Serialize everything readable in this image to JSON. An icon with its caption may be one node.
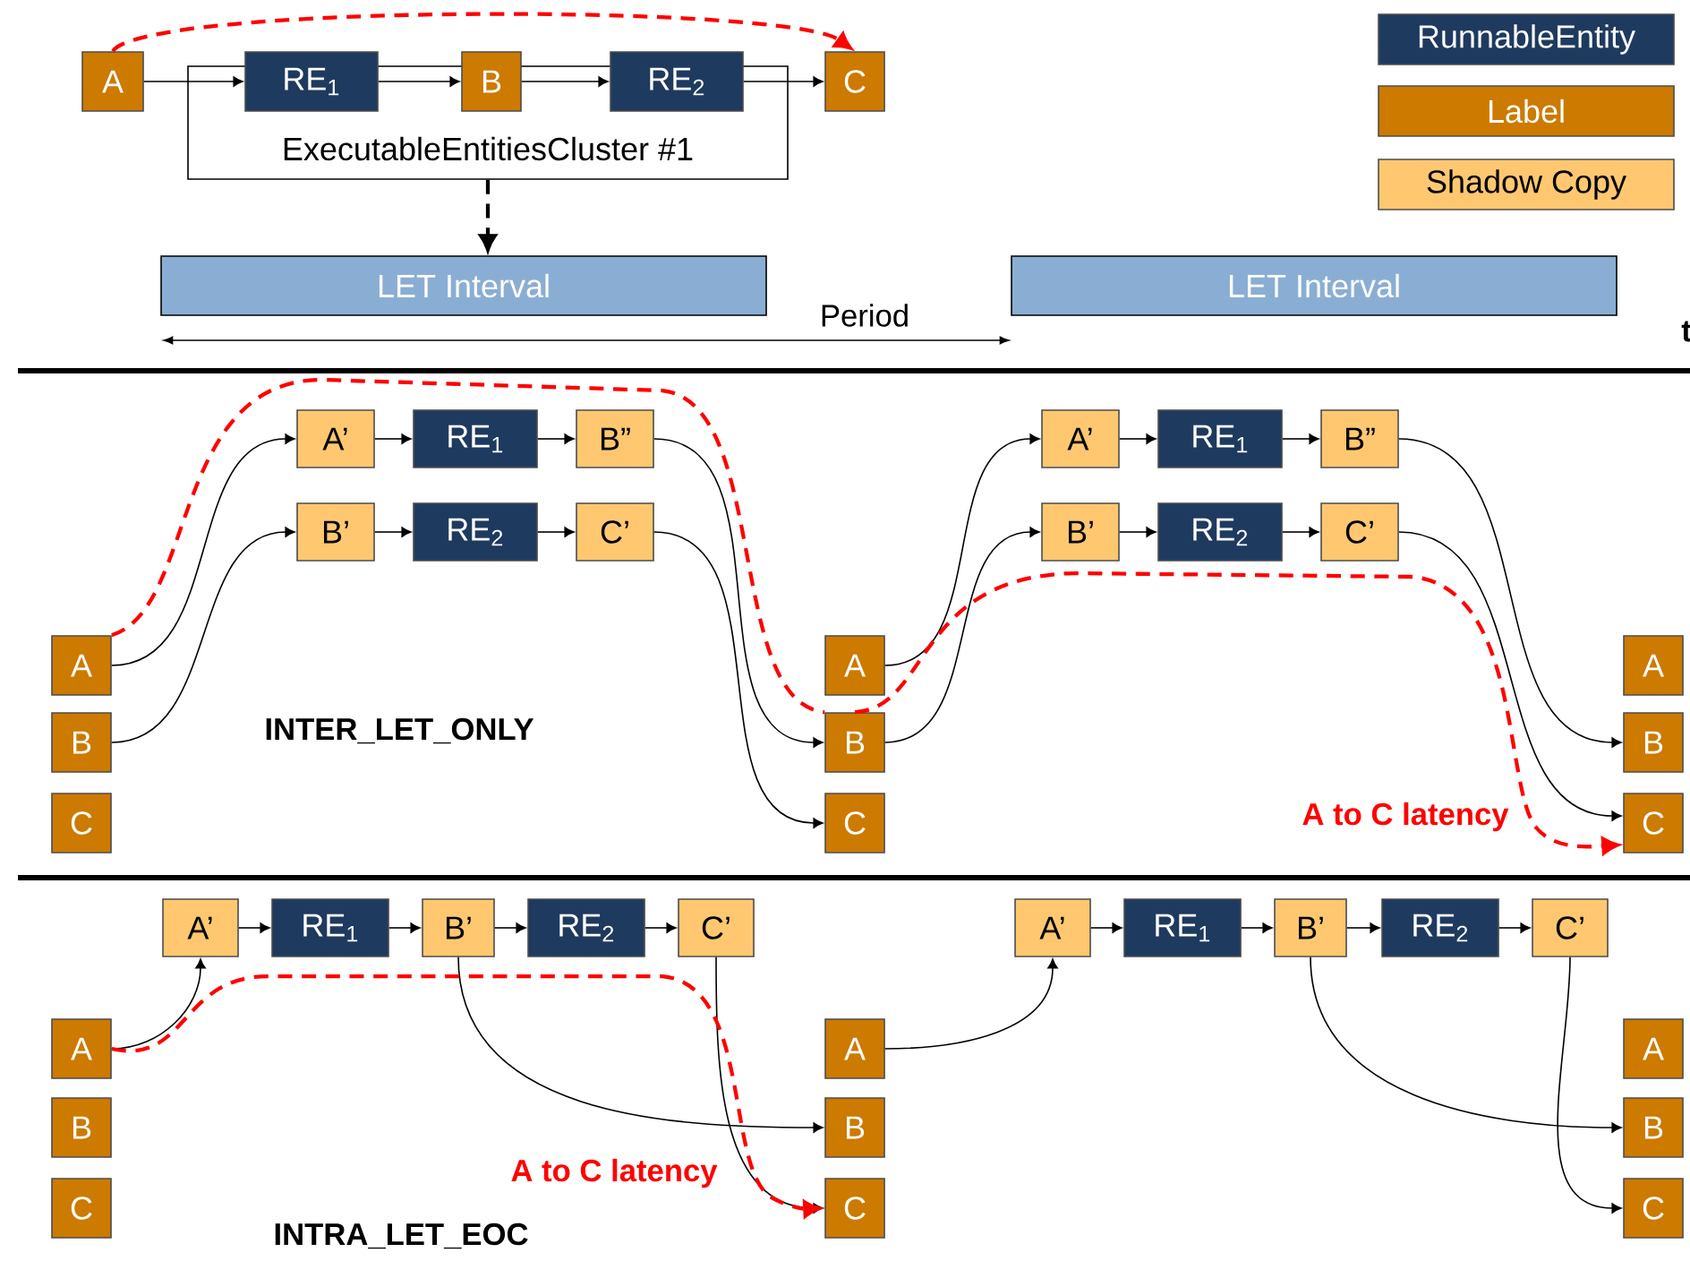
{
  "diagram": {
    "nodes": [
      {
        "text": [
          "ExecutableEntitiesCluster #1"
        ]
      },
      {
        "text": [
          "A"
        ]
      },
      {
        "text": [
          "RE$_{1}$"
        ],
        "in": 0
      },
      {
        "text": [
          "B"
        ],
        "in": 0
      },
      {
        "text": [
          "RE$_{2}$"
        ],
        "in": 0
      },
      {
        "text": [
          "C"
        ]
      },
      {
        "text": [
          "LET Interval"
        ]
      },
      {
        "text": [
          "LET Interval"
        ]
      },
      {
        "text": [
          "A"
        ]
      },
      {
        "text": [
          "B"
        ]
      },
      {
        "text": [
          "C"
        ]
      },
      {
        "text": [
          "A’"
        ]
      },
      {
        "text": [
          "RE$_{1}$"
        ]
      },
      {
        "text": [
          "B”"
        ]
      },
      {
        "text": [
          "B’"
        ]
      },
      {
        "text": [
          "RE$_{2}$"
        ]
      },
      {
        "text": [
          "C’"
        ]
      },
      {
        "text": [
          "A"
        ]
      },
      {
        "text": [
          "B"
        ]
      },
      {
        "text": [
          "C"
        ]
      },
      {
        "text": [
          "A’"
        ]
      },
      {
        "text": [
          "RE$_{1}$"
        ]
      },
      {
        "text": [
          "B”"
        ]
      },
      {
        "text": [
          "B’"
        ]
      },
      {
        "text": [
          "RE$_{2}$"
        ]
      },
      {
        "text": [
          "C’"
        ]
      },
      {
        "text": [
          "A"
        ]
      },
      {
        "text": [
          "B"
        ]
      },
      {
        "text": [
          "C"
        ]
      },
      {
        "text": [
          "A"
        ]
      },
      {
        "text": [
          "B"
        ]
      },
      {
        "text": [
          "C"
        ]
      },
      {
        "text": [
          "A’"
        ]
      },
      {
        "text": [
          "RE$_{1}$"
        ]
      },
      {
        "text": [
          "B’"
        ]
      },
      {
        "text": [
          "RE$_{2}$"
        ]
      },
      {
        "text": [
          "C’"
        ]
      },
      {
        "text": [
          "A"
        ]
      },
      {
        "text": [
          "B"
        ]
      },
      {
        "text": [
          "C"
        ]
      },
      {
        "text": [
          "A’"
        ]
      },
      {
        "text": [
          "RE$_{1}$"
        ]
      },
      {
        "text": [
          "B’"
        ]
      },
      {
        "text": [
          "RE$_{2}$"
        ]
      },
      {
        "text": [
          "C’"
        ]
      },
      {
        "text": [
          "A"
        ]
      },
      {
        "text": [
          "B"
        ]
      },
      {
        "text": [
          "C"
        ]
      }
    ],
    "edges": [
      {
        "from": 1,
        "to": 2,
        "arrow": "to"
      },
      {
        "from": 2,
        "to": 3,
        "arrow": "to"
      },
      {
        "from": 3,
        "to": 4,
        "arrow": "to"
      },
      {
        "from": 4,
        "to": 5,
        "arrow": "to"
      },
      {
        "from": 1,
        "to": 5,
        "arrow": "to",
        "style": "dashed",
        "color": "#ff0000"
      },
      {
        "from": 0,
        "to": 6,
        "arrow": "to",
        "style": "dashed"
      },
      {
        "from": 8,
        "to": 11,
        "arrow": "to"
      },
      {
        "from": 9,
        "to": 14,
        "arrow": "to"
      },
      {
        "from": 11,
        "to": 12,
        "arrow": "to"
      },
      {
        "from": 12,
        "to": 13,
        "arrow": "to"
      },
      {
        "from": 14,
        "to": 15,
        "arrow": "to"
      },
      {
        "from": 15,
        "to": 16,
        "arrow": "to"
      },
      {
        "from": 13,
        "to": 18,
        "arrow": "to"
      },
      {
        "from": 16,
        "to": 19,
        "arrow": "to"
      },
      {
        "from": 17,
        "to": 20,
        "arrow": "to"
      },
      {
        "from": 18,
        "to": 23,
        "arrow": "to"
      },
      {
        "from": 20,
        "to": 21,
        "arrow": "to"
      },
      {
        "from": 21,
        "to": 22,
        "arrow": "to"
      },
      {
        "from": 23,
        "to": 24,
        "arrow": "to"
      },
      {
        "from": 24,
        "to": 25,
        "arrow": "to"
      },
      {
        "from": 22,
        "to": 27,
        "arrow": "to"
      },
      {
        "from": 25,
        "to": 28,
        "arrow": "to"
      },
      {
        "from": 8,
        "to": 18,
        "arrow": "none",
        "style": "dashed",
        "color": "#ff0000"
      },
      {
        "from": 18,
        "to": 28,
        "arrow": "to",
        "style": "dashed",
        "color": "#ff0000",
        "label": "A to C latency"
      },
      {
        "from": 29,
        "to": 32,
        "arrow": "to"
      },
      {
        "from": 32,
        "to": 33,
        "arrow": "to"
      },
      {
        "from": 33,
        "to": 34,
        "arrow": "to"
      },
      {
        "from": 34,
        "to": 35,
        "arrow": "to"
      },
      {
        "from": 35,
        "to": 36,
        "arrow": "to"
      },
      {
        "from": 34,
        "to": 38,
        "arrow": "to"
      },
      {
        "from": 36,
        "to": 39,
        "arrow": "to"
      },
      {
        "from": 37,
        "to": 40,
        "arrow": "to"
      },
      {
        "from": 40,
        "to": 41,
        "arrow": "to"
      },
      {
        "from": 41,
        "to": 42,
        "arrow": "to"
      },
      {
        "from": 42,
        "to": 43,
        "arrow": "to"
      },
      {
        "from": 43,
        "to": 44,
        "arrow": "to"
      },
      {
        "from": 42,
        "to": 46,
        "arrow": "to"
      },
      {
        "from": 44,
        "to": 47,
        "arrow": "to"
      },
      {
        "from": 29,
        "to": 39,
        "arrow": "to",
        "style": "dashed",
        "color": "#ff0000",
        "label": "A to C latency"
      }
    ],
    "labels": [
      "Period",
      "t",
      "INTER_LET_ONLY",
      "INTRA_LET_EOC"
    ],
    "legend": [
      {
        "text": "RunnableEntity",
        "color": "#1f3a5f"
      },
      {
        "text": "Label",
        "color": "#cc7a00"
      },
      {
        "text": "Shadow Copy",
        "color": "#ffc870"
      }
    ]
  }
}
